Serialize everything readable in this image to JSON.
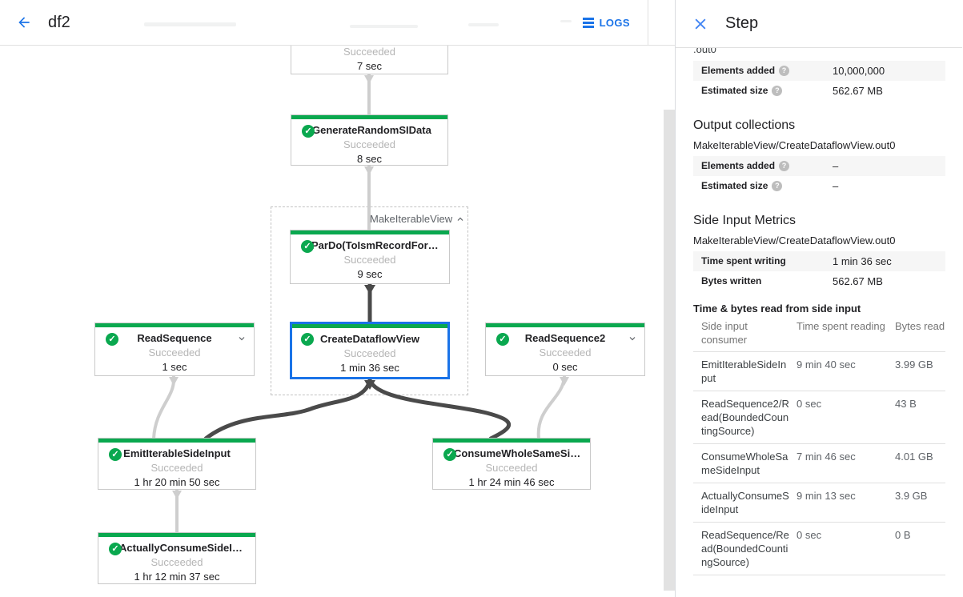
{
  "colors": {
    "accent_blue": "#1a73e8",
    "green": "#0aa84f",
    "edge_grey": "#cecece",
    "edge_dark": "#4a4a4a",
    "selection_blue": "#1a73e8"
  },
  "topbar": {
    "title": "df2",
    "logs_label": "LOGS"
  },
  "panel": {
    "title": "Step",
    "help_icon": "?",
    "clipped_text": ".out0",
    "input_metrics": {
      "rows": [
        {
          "label": "Elements added",
          "value": "10,000,000"
        },
        {
          "label": "Estimated size",
          "value": "562.67 MB"
        }
      ]
    },
    "output_collections": {
      "heading": "Output collections",
      "collection": "MakeIterableView/CreateDataflowView.out0",
      "rows": [
        {
          "label": "Elements added",
          "value": "–"
        },
        {
          "label": "Estimated size",
          "value": "–"
        }
      ]
    },
    "side_input_metrics": {
      "heading": "Side Input Metrics",
      "collection": "MakeIterableView/CreateDataflowView.out0",
      "rows": [
        {
          "label": "Time spent writing",
          "value": "1 min 36 sec"
        },
        {
          "label": "Bytes written",
          "value": "562.67 MB"
        }
      ]
    },
    "side_input_table": {
      "heading": "Time & bytes read from side input",
      "columns": [
        "Side input consumer",
        "Time spent reading",
        "Bytes read"
      ],
      "rows": [
        {
          "consumer": "EmitIterableSideInput",
          "time": "9 min 40 sec",
          "bytes": "3.99 GB"
        },
        {
          "consumer": "ReadSequence2/Read(BoundedCountingSource)",
          "time": "0 sec",
          "bytes": "43 B"
        },
        {
          "consumer": "ConsumeWholeSameSideInput",
          "time": "7 min 46 sec",
          "bytes": "4.01 GB"
        },
        {
          "consumer": "ActuallyConsumeSideInput",
          "time": "9 min 13 sec",
          "bytes": "3.9 GB"
        },
        {
          "consumer": "ReadSequence/Read(BoundedCountingSource)",
          "time": "0 sec",
          "bytes": "0 B"
        }
      ]
    }
  },
  "graph": {
    "group_label": "MakeIterableView",
    "check_glyph": "✓",
    "nodes": {
      "truncated_top": {
        "title": "",
        "status": "Succeeded",
        "time": "7 sec"
      },
      "generate": {
        "title": "GenerateRandomSIData",
        "status": "Succeeded",
        "time": "8 sec"
      },
      "pardo": {
        "title": "ParDo(ToIsmRecordFor…",
        "status": "Succeeded",
        "time": "9 sec"
      },
      "createview": {
        "title": "CreateDataflowView",
        "status": "Succeeded",
        "time": "1 min 36 sec"
      },
      "readseq": {
        "title": "ReadSequence",
        "status": "Succeeded",
        "time": "1 sec"
      },
      "readseq2": {
        "title": "ReadSequence2",
        "status": "Succeeded",
        "time": "0 sec"
      },
      "emit": {
        "title": "EmitIterableSideInput",
        "status": "Succeeded",
        "time": "1 hr 20 min 50 sec"
      },
      "consume": {
        "title": "ConsumeWholeSameSi…",
        "status": "Succeeded",
        "time": "1 hr 24 min 46 sec"
      },
      "actually": {
        "title": "ActuallyConsumeSideI…",
        "status": "Succeeded",
        "time": "1 hr 12 min 37 sec"
      }
    }
  }
}
